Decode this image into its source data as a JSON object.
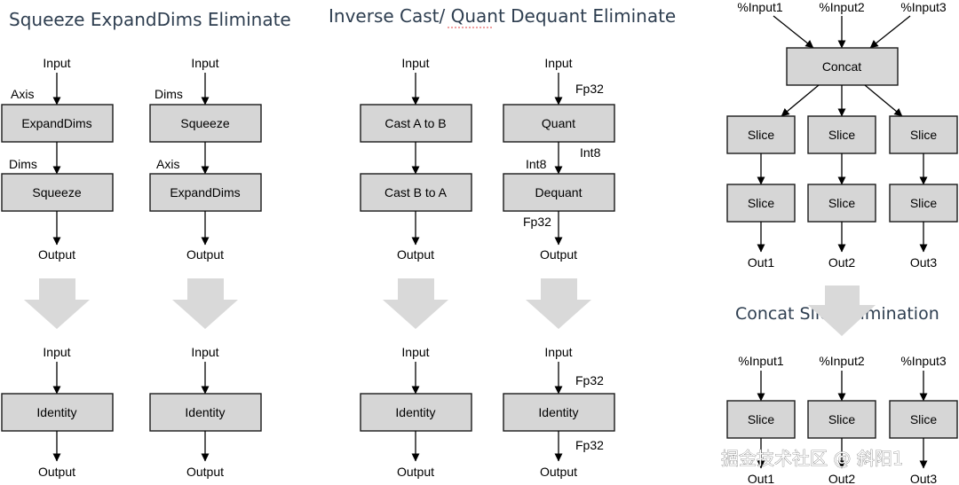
{
  "titles": {
    "squeeze": "Squeeze ExpandDims Eliminate",
    "cast": "Inverse Cast/ Quant Dequant Eliminate",
    "concat": "Concat Slice Elimination"
  },
  "watermark": "掘金技术社区 @ 斜阳1",
  "colors": {
    "box_fill": "#d6d6d6",
    "title": "#2e3e50",
    "big_arrow": "#d9d9d9"
  },
  "labels": {
    "input": "Input",
    "output": "Output",
    "axis": "Axis",
    "dims": "Dims",
    "fp32": "Fp32",
    "int8": "Int8",
    "pin1": "%Input1",
    "pin2": "%Input2",
    "pin3": "%Input3",
    "out1": "Out1",
    "out2": "Out2",
    "out3": "Out3"
  },
  "nodes": {
    "expanddims": "ExpandDims",
    "squeeze": "Squeeze",
    "identity": "Identity",
    "cast_ab": "Cast A to B",
    "cast_ba": "Cast B to A",
    "quant": "Quant",
    "dequant": "Dequant",
    "concat": "Concat",
    "slice": "Slice"
  }
}
